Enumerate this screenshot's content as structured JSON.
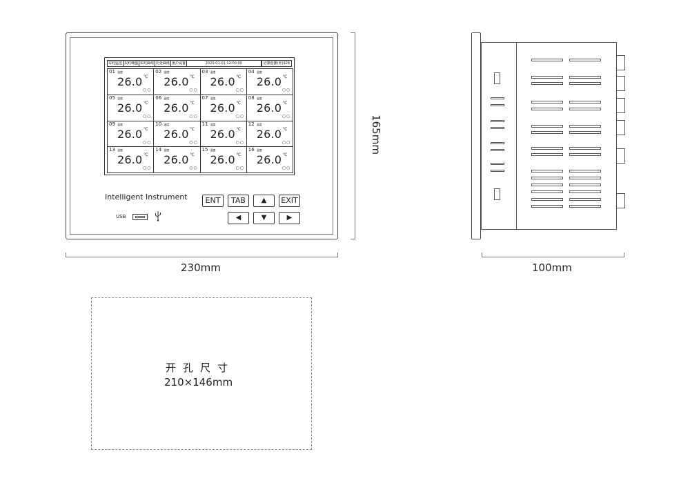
{
  "front_view": {
    "menu": [
      "实时监控",
      "实时棒图",
      "实时曲线",
      "历史曲线",
      "用户设置"
    ],
    "datetime": "2020-01-01 12:00:00",
    "record": "记录容量(天)928",
    "channels": [
      {
        "no": "01",
        "label": "温度",
        "value": "26.0",
        "unit": "℃"
      },
      {
        "no": "02",
        "label": "温度",
        "value": "26.0",
        "unit": "℃"
      },
      {
        "no": "03",
        "label": "温度",
        "value": "26.0",
        "unit": "℃"
      },
      {
        "no": "04",
        "label": "温度",
        "value": "26.0",
        "unit": "℃"
      },
      {
        "no": "05",
        "label": "温度",
        "value": "26.0",
        "unit": "℃"
      },
      {
        "no": "06",
        "label": "温度",
        "value": "26.0",
        "unit": "℃"
      },
      {
        "no": "07",
        "label": "温度",
        "value": "26.0",
        "unit": "℃"
      },
      {
        "no": "08",
        "label": "温度",
        "value": "26.0",
        "unit": "℃"
      },
      {
        "no": "09",
        "label": "温度",
        "value": "26.0",
        "unit": "℃"
      },
      {
        "no": "10",
        "label": "温度",
        "value": "26.0",
        "unit": "℃"
      },
      {
        "no": "11",
        "label": "温度",
        "value": "26.0",
        "unit": "℃"
      },
      {
        "no": "12",
        "label": "温度",
        "value": "26.0",
        "unit": "℃"
      },
      {
        "no": "13",
        "label": "温度",
        "value": "26.0",
        "unit": "℃"
      },
      {
        "no": "14",
        "label": "温度",
        "value": "26.0",
        "unit": "℃"
      },
      {
        "no": "15",
        "label": "温度",
        "value": "26.0",
        "unit": "℃"
      },
      {
        "no": "16",
        "label": "温度",
        "value": "26.0",
        "unit": "℃"
      }
    ],
    "status_dots": "○○",
    "brand": "Intelligent Instrument",
    "usb_label": "USB",
    "usb_icon": "⏚",
    "keys": {
      "ent": "ENT",
      "tab": "TAB",
      "up": "▲",
      "exit": "EXIT",
      "left": "◀",
      "down": "▼",
      "right": "▶"
    }
  },
  "dimensions": {
    "width": "230mm",
    "height": "165mm",
    "depth": "100mm"
  },
  "cutout": {
    "title": "开孔尺寸",
    "size": "210×146mm"
  }
}
